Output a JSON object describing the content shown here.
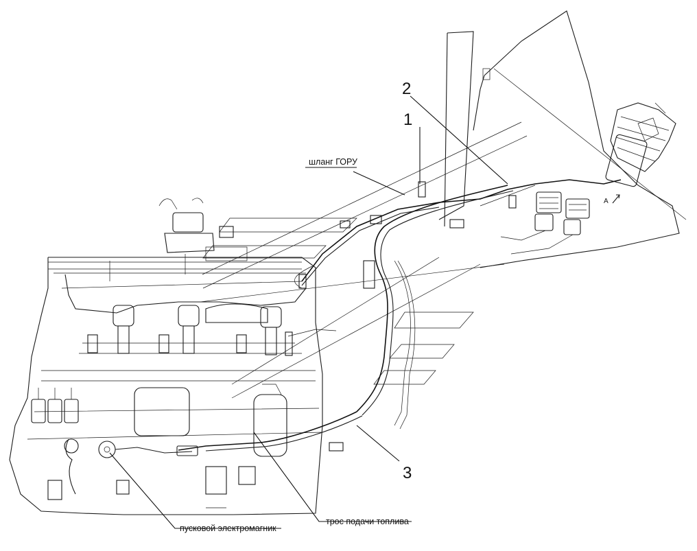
{
  "callouts": {
    "item_1": "1",
    "item_2": "2",
    "item_3": "3"
  },
  "labels": {
    "hose": "шланг ГОРУ",
    "fuel_cable": "трос подачи топлива",
    "start_solenoid": "пусковой электромагник",
    "view_a": "А"
  }
}
